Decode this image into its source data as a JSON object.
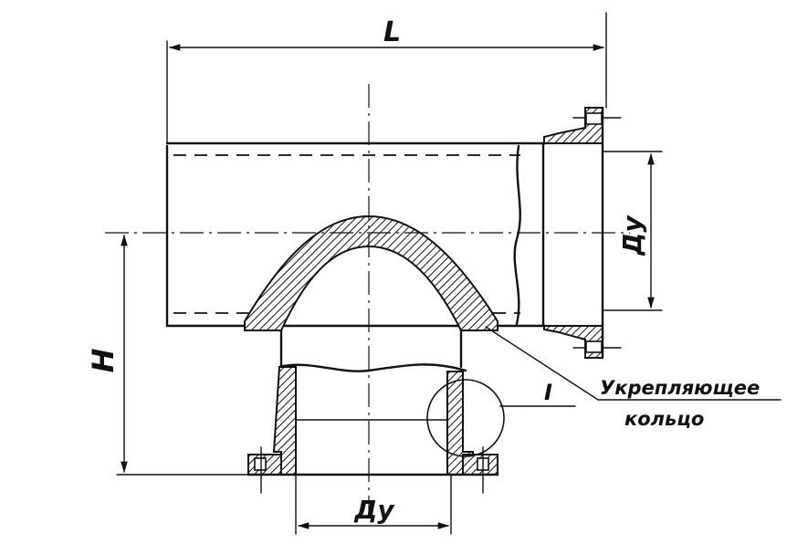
{
  "dimensions": {
    "length": "L",
    "height": "H",
    "main_bore": "Ду",
    "branch_bore": "Ду"
  },
  "detail_mark": "I",
  "callout": {
    "line1": "Укрепляющее",
    "line2": "кольцо"
  }
}
